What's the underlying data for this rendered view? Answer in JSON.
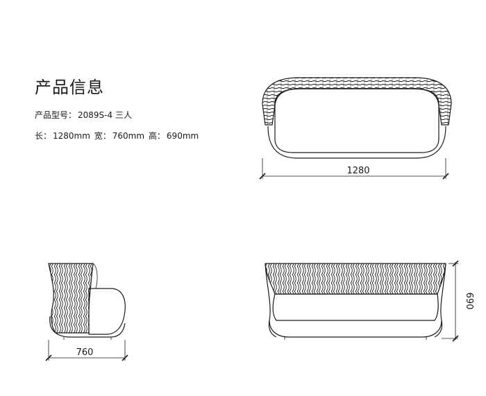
{
  "info": {
    "title": "产品信息",
    "model_label": "产品型号：",
    "model_value": "2089S-4 三人",
    "length_label": "长：",
    "length_value": "1280mm",
    "width_label": "宽：",
    "width_value": "760mm",
    "height_label": "高：",
    "height_value": "690mm"
  },
  "dimensions": {
    "top_view_width": "1280",
    "side_view_depth": "760",
    "front_view_height": "690"
  }
}
